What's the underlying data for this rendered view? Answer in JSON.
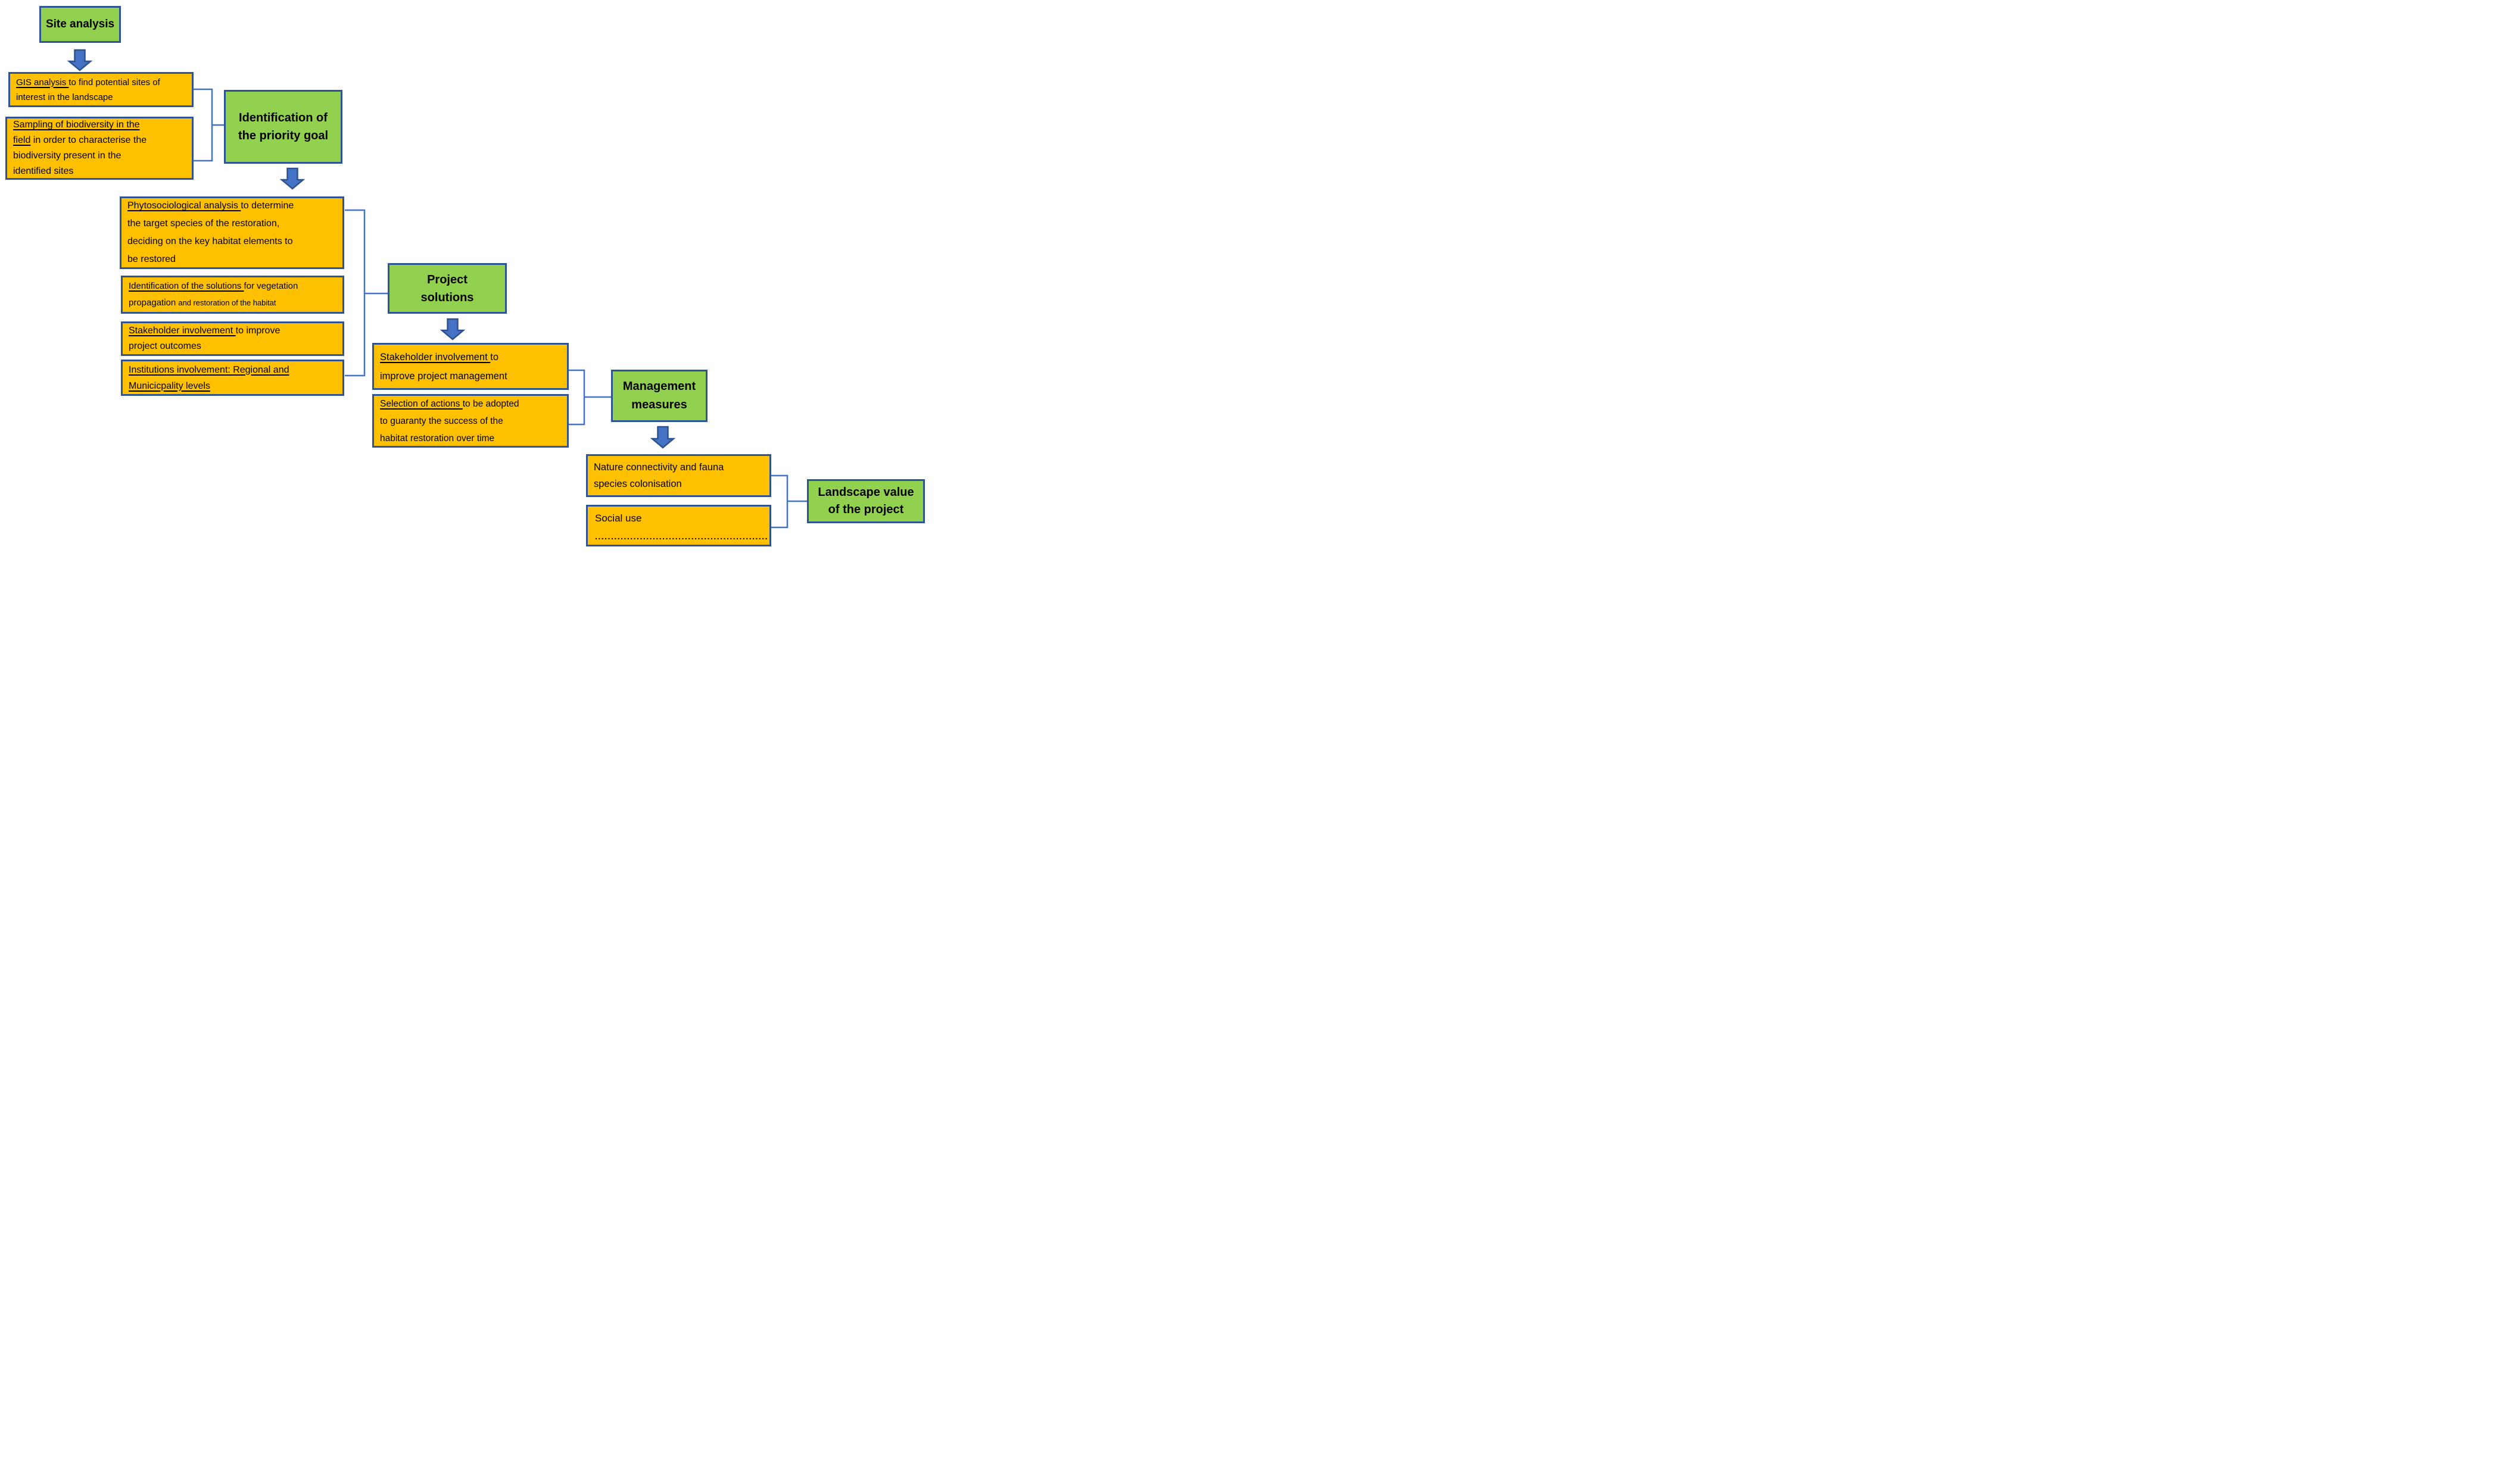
{
  "colors": {
    "background": "#FFFFFF",
    "green": "#92D050",
    "orange": "#FFC000",
    "box_border": "#2F5496",
    "connector": "#4472C4",
    "arrow_fill": "#4472C4",
    "arrow_stroke": "#2F528F",
    "text": "#000000"
  },
  "nodes": {
    "site_analysis": {
      "segments": [
        {
          "t": "Site analysis"
        }
      ]
    },
    "gis_analysis": {
      "segments": [
        {
          "t": "GIS analysis ",
          "u": true
        },
        {
          "t": "to find potential sites of",
          "br": true
        },
        {
          "t": "interest in the landscape"
        }
      ]
    },
    "sampling_biodiversity": {
      "segments": [
        {
          "t": "Sampling of biodiversity in the",
          "u": true,
          "br": true
        },
        {
          "t": "field",
          "u": true
        },
        {
          "t": " in order to characterise the",
          "br": true
        },
        {
          "t": "biodiversity present in the",
          "br": true
        },
        {
          "t": "identified sites"
        }
      ]
    },
    "identification_priority_goal": {
      "segments": [
        {
          "t": "Identification of",
          "br": true
        },
        {
          "t": "the priority goal"
        }
      ]
    },
    "phytosociological_analysis": {
      "segments": [
        {
          "t": "Phytosociological analysis ",
          "u": true
        },
        {
          "t": "to determine",
          "br": true
        },
        {
          "t": "the target species of the restoration,",
          "br": true
        },
        {
          "t": "deciding on the key habitat elements to",
          "br": true
        },
        {
          "t": "be restored"
        }
      ]
    },
    "identification_solutions": {
      "segments": [
        {
          "t": "Identification of the solutions ",
          "u": true
        },
        {
          "t": "for vegetation",
          "br": true
        },
        {
          "t": "propagation "
        },
        {
          "t": "and restoration of the habitat",
          "small": true
        }
      ]
    },
    "stakeholder_involvement_outcomes": {
      "segments": [
        {
          "t": "Stakeholder involvement ",
          "u": true
        },
        {
          "t": "to improve",
          "br": true
        },
        {
          "t": "project outcomes"
        }
      ]
    },
    "institutions_involvement": {
      "segments": [
        {
          "t": "Institutions involvement: Regional and",
          "u": true,
          "br": true
        },
        {
          "t": "Municicpality levels",
          "u": true
        }
      ]
    },
    "project_solutions": {
      "segments": [
        {
          "t": "Project",
          "br": true
        },
        {
          "t": "solutions"
        }
      ]
    },
    "stakeholder_involvement_management": {
      "segments": [
        {
          "t": "Stakeholder involvement ",
          "u": true
        },
        {
          "t": "to",
          "br": true
        },
        {
          "t": "improve project management"
        }
      ]
    },
    "selection_of_actions": {
      "segments": [
        {
          "t": "Selection of actions ",
          "u": true
        },
        {
          "t": "to be adopted",
          "br": true
        },
        {
          "t": "to guaranty the success of the",
          "br": true
        },
        {
          "t": "habitat restoration over time"
        }
      ]
    },
    "management_measures": {
      "segments": [
        {
          "t": "Management",
          "br": true
        },
        {
          "t": "measures"
        }
      ]
    },
    "nature_connectivity": {
      "segments": [
        {
          "t": "Nature connectivity and fauna",
          "br": true
        },
        {
          "t": "species colonisation"
        }
      ]
    },
    "social_use": {
      "line1": "Social use",
      "dots": "......................................................"
    },
    "landscape_value": {
      "segments": [
        {
          "t": "Landscape value",
          "br": true
        },
        {
          "t": "of the project"
        }
      ]
    }
  },
  "flow": [
    {
      "from": "site_analysis",
      "to": [
        "gis_analysis",
        "sampling_biodiversity"
      ],
      "via": "arrow"
    },
    {
      "from": [
        "gis_analysis",
        "sampling_biodiversity"
      ],
      "to": "identification_priority_goal",
      "via": "bracket"
    },
    {
      "from": "identification_priority_goal",
      "to": [
        "phytosociological_analysis",
        "identification_solutions",
        "stakeholder_involvement_outcomes",
        "institutions_involvement"
      ],
      "via": "arrow"
    },
    {
      "from": [
        "phytosociological_analysis",
        "institutions_involvement"
      ],
      "to": "project_solutions",
      "via": "bracket"
    },
    {
      "from": "project_solutions",
      "to": [
        "stakeholder_involvement_management",
        "selection_of_actions"
      ],
      "via": "arrow"
    },
    {
      "from": [
        "stakeholder_involvement_management",
        "selection_of_actions"
      ],
      "to": "management_measures",
      "via": "bracket"
    },
    {
      "from": "management_measures",
      "to": [
        "nature_connectivity",
        "social_use"
      ],
      "via": "arrow"
    },
    {
      "from": [
        "nature_connectivity",
        "social_use"
      ],
      "to": "landscape_value",
      "via": "bracket"
    }
  ]
}
